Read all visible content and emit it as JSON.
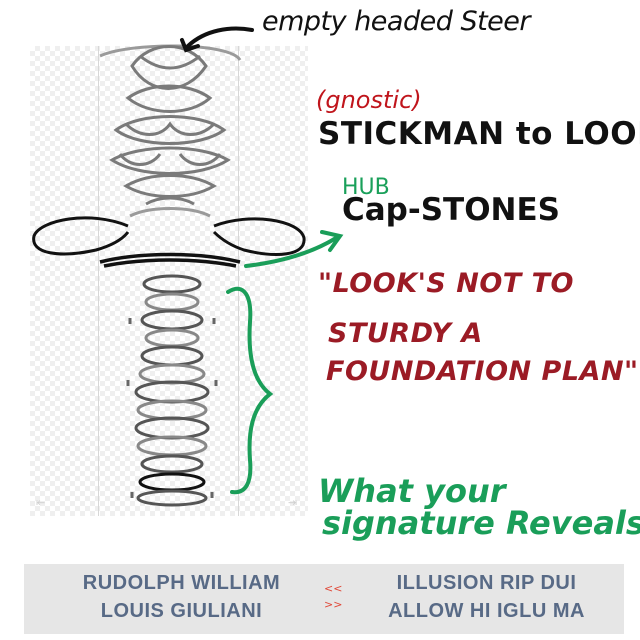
{
  "annotations": {
    "empty_headed": "empty headed Steer",
    "gnostic": "(gnostic)",
    "stickman": "STICKMAN to LOOP",
    "hub": "HUB",
    "capstones": "Cap-STONES",
    "quote_line1": "\"LOOK'S NOT TO",
    "quote_line2": "STURDY A",
    "quote_line3": "FOUNDATION PLAN\"",
    "reveals_line1": "What your",
    "reveals_line2": "signature Reveals!"
  },
  "banner": {
    "left_line1": "RUDOLPH WILLIAM",
    "left_line2": "LOUIS GIULIANI",
    "arrow_left": "<<",
    "arrow_right": ">>",
    "right_line1": "ILLUSION RIP DUI",
    "right_line2": "ALLOW HI IGLU MA"
  },
  "colors": {
    "ink_black": "#111111",
    "ink_red": "#c0151c",
    "ink_dark_red": "#9b1b25",
    "ink_green": "#1a9e59",
    "banner_text": "#586a86",
    "banner_bg": "#e6e6e6",
    "chevron": "#e04a3a"
  }
}
